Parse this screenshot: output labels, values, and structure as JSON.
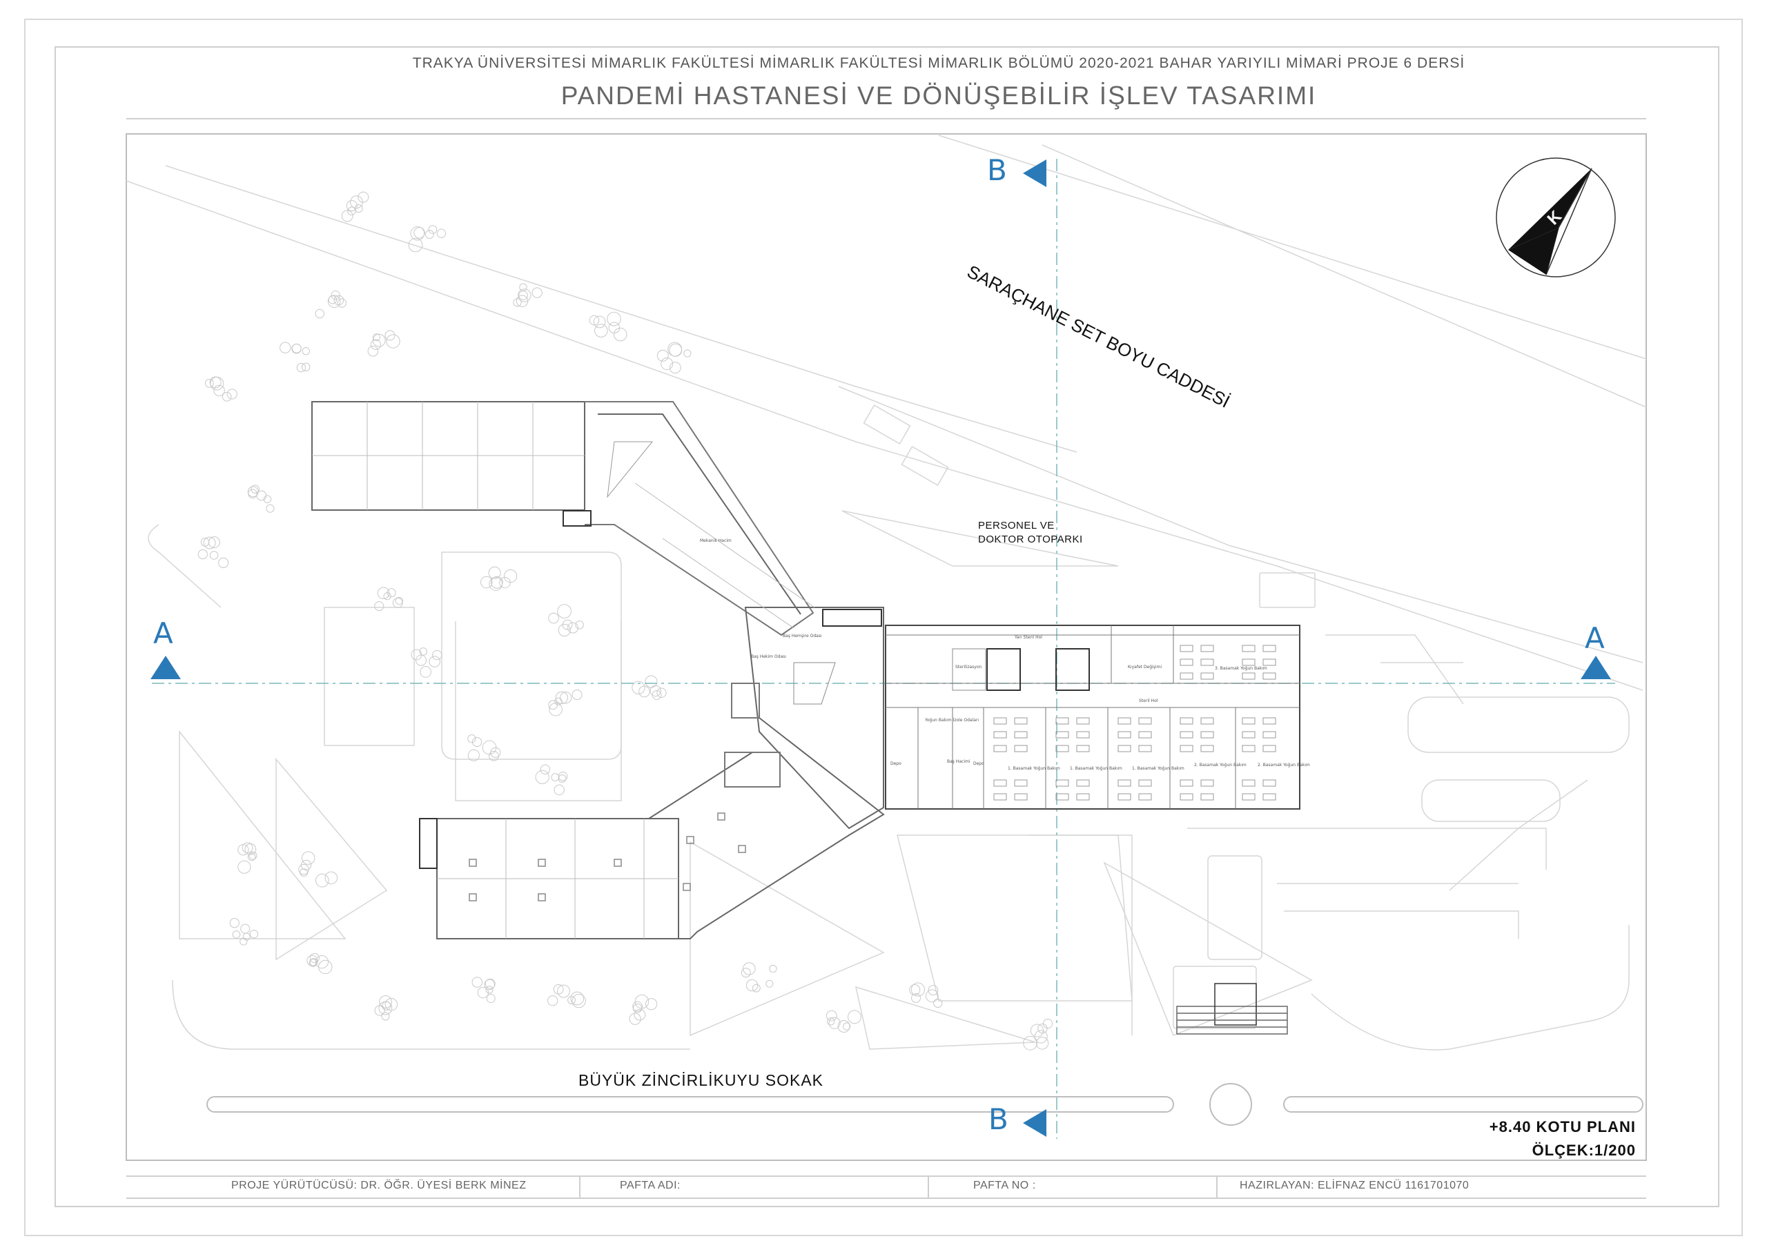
{
  "header": {
    "top_line": "TRAKYA ÜNİVERSİTESİ MİMARLIK FAKÜLTESİ MİMARLIK FAKÜLTESİ MİMARLIK BÖLÜMÜ 2020-2021 BAHAR YARIYILI MİMARİ PROJE 6 DERSİ",
    "project_title": "PANDEMİ HASTANESİ VE DÖNÜŞEBİLİR İŞLEV TASARIMI"
  },
  "labels": {
    "street_north": "SARAÇHANE SET BOYU CADDESİ",
    "street_south": "BÜYÜK ZİNCİRLİKUYU SOKAK",
    "parking_line1": "PERSONEL VE",
    "parking_line2": "DOKTOR OTOPARKI"
  },
  "section_marks": {
    "a_left": "A",
    "a_right": "A",
    "b_top": "B",
    "b_bottom": "B"
  },
  "north_arrow": {
    "letter": "K"
  },
  "plan": {
    "level": "+8.40 KOTU PLANI",
    "scale": "ÖLÇEK:1/200"
  },
  "rooms": {
    "mekanik": "Mekanik Hacim",
    "bas_hemsire": "Baş Hemşire Odası",
    "bas_hekim": "Baş Hekim Odası",
    "yari_steril": "Yarı Steril Hol",
    "steril_hol": "Steril Hol",
    "sterilizasyon": "Sterilizasyon",
    "kiyafet": "Kıyafet Değişimi",
    "yogun_3a": "3. Basamak Yoğun Bakım",
    "yogun_izole": "Yoğun Bakım İzole Odaları",
    "bas_hacim": "Baş Hacimi",
    "depo1": "Depo",
    "depo2": "Depo",
    "y1a": "1. Basamak Yoğun Bakım",
    "y1b": "1. Basamak Yoğun Bakım",
    "y1c": "1. Basamak Yoğun Bakım",
    "y2a": "2. Basamak Yoğun Bakım",
    "y2b": "2. Basamak Yoğun Bakım"
  },
  "footer": {
    "supervisor": "PROJE YÜRÜTÜCÜSÜ: DR. ÖĞR. ÜYESİ BERK MİNEZ",
    "sheet_name": "PAFTA ADI:",
    "sheet_no": "PAFTA NO :",
    "prepared_by": "HAZIRLAYAN: ELİFNAZ ENCÜ  1161701070"
  },
  "colors": {
    "section_marker": "#2a7ab8",
    "line_dark": "#555555",
    "line_light": "#bdbdbd",
    "axis": "#7ab8b8"
  }
}
